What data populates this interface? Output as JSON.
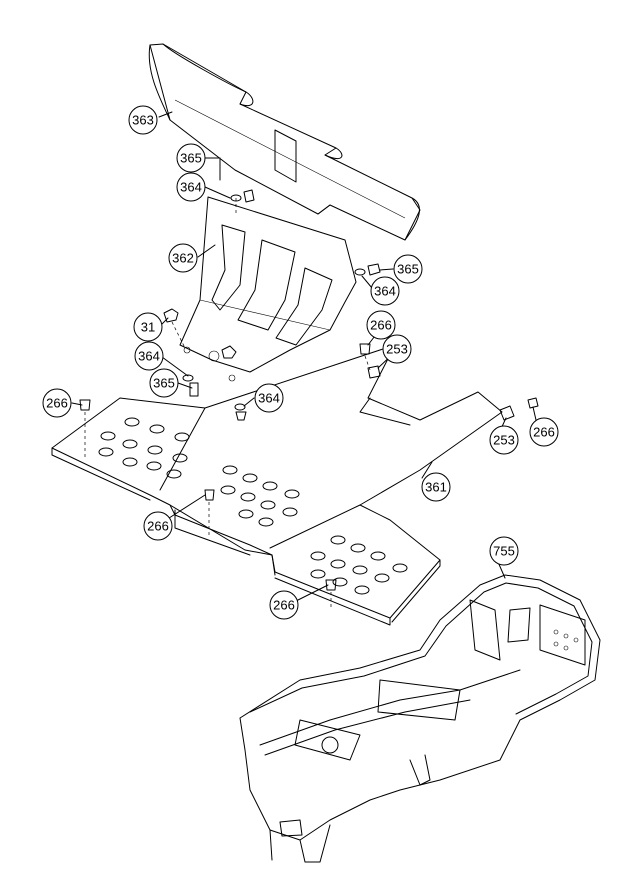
{
  "callouts": [
    {
      "id": "c363a",
      "label": "363"
    },
    {
      "id": "c365a",
      "label": "365"
    },
    {
      "id": "c364a",
      "label": "364"
    },
    {
      "id": "c362",
      "label": "362"
    },
    {
      "id": "c365b",
      "label": "365"
    },
    {
      "id": "c364b",
      "label": "364"
    },
    {
      "id": "c31",
      "label": "31"
    },
    {
      "id": "c266a",
      "label": "266"
    },
    {
      "id": "c253a",
      "label": "253"
    },
    {
      "id": "c364c",
      "label": "364"
    },
    {
      "id": "c365c",
      "label": "365"
    },
    {
      "id": "c364d",
      "label": "364"
    },
    {
      "id": "c266b",
      "label": "266"
    },
    {
      "id": "c253b",
      "label": "253"
    },
    {
      "id": "c266c",
      "label": "266"
    },
    {
      "id": "c361",
      "label": "361"
    },
    {
      "id": "c266d",
      "label": "266"
    },
    {
      "id": "c755",
      "label": "755"
    },
    {
      "id": "c266e",
      "label": "266"
    }
  ]
}
